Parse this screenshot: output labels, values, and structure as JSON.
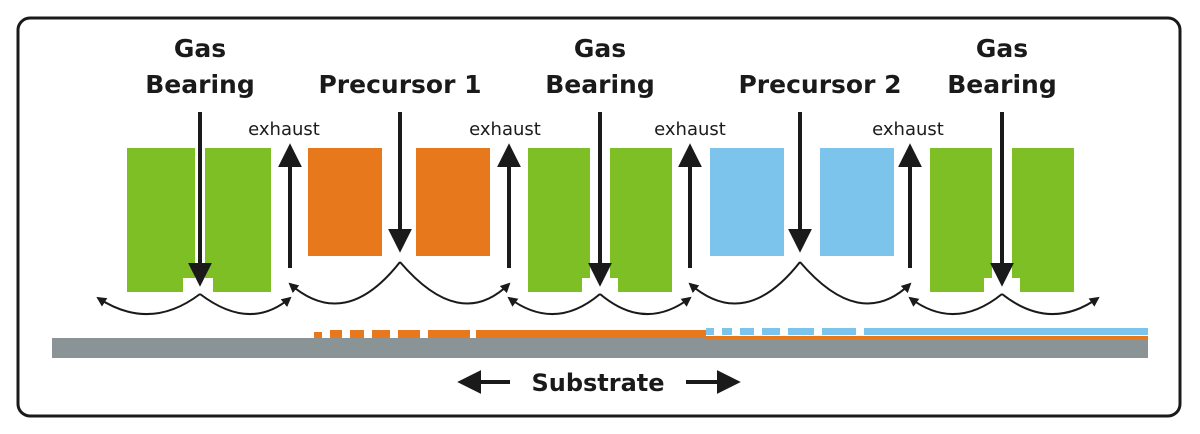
{
  "labels": {
    "gas_bearing_1": [
      "Gas",
      "Bearing"
    ],
    "precursor_1": "Precursor 1",
    "gas_bearing_2": [
      "Gas",
      "Bearing"
    ],
    "precursor_2": "Precursor 2",
    "gas_bearing_3": [
      "Gas",
      "Bearing"
    ],
    "exhaust": "exhaust",
    "substrate": "Substrate"
  },
  "colors": {
    "gas_bearing": "#7fbf26",
    "precursor_1": "#e8781c",
    "precursor_2": "#7cc4ec",
    "substrate": "#8a9396",
    "arrow": "#1a1a1a",
    "frame": "#1a1a1a"
  }
}
